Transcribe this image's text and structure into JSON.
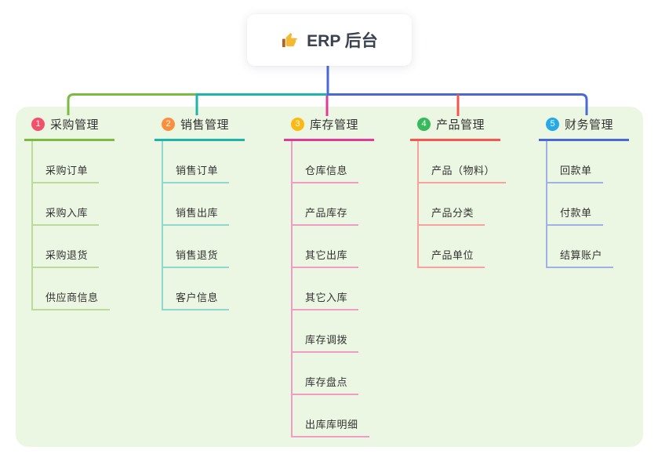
{
  "root": {
    "label": "ERP 后台",
    "icon": "thumbs-up-icon"
  },
  "branches": [
    {
      "num": "1",
      "label": "采购管理",
      "colors": {
        "main": "#7cba41",
        "light": "#b9dc9b",
        "badge": "#f4506c"
      },
      "children": [
        "采购订单",
        "采购入库",
        "采购退货",
        "供应商信息"
      ]
    },
    {
      "num": "2",
      "label": "销售管理",
      "colors": {
        "main": "#1db5aa",
        "light": "#8ed8d1",
        "badge": "#fc8e3e"
      },
      "children": [
        "销售订单",
        "销售出库",
        "销售退货",
        "客户信息"
      ]
    },
    {
      "num": "3",
      "label": "库存管理",
      "colors": {
        "main": "#e23a98",
        "light": "#f19cc7",
        "badge": "#fcb813"
      },
      "children": [
        "仓库信息",
        "产品库存",
        "其它出库",
        "其它入库",
        "库存调拨",
        "库存盘点",
        "出库库明细"
      ]
    },
    {
      "num": "4",
      "label": "产品管理",
      "colors": {
        "main": "#fa5450",
        "light": "#f8a19e",
        "badge": "#36ba5c"
      },
      "children": [
        "产品（物料）",
        "产品分类",
        "产品单位"
      ]
    },
    {
      "num": "5",
      "label": "财务管理",
      "colors": {
        "main": "#4a68d6",
        "light": "#9fb1e6",
        "badge": "#25a9e9"
      },
      "children": [
        "回款单",
        "付款单",
        "结算账户"
      ]
    }
  ],
  "colors": {
    "canvas": "#ecf7e3",
    "trunk": "#4a68d6",
    "text": "#333333",
    "roottext": "#39424e",
    "thumb": "#f5b82e",
    "thumbcuff": "#a5672a"
  }
}
